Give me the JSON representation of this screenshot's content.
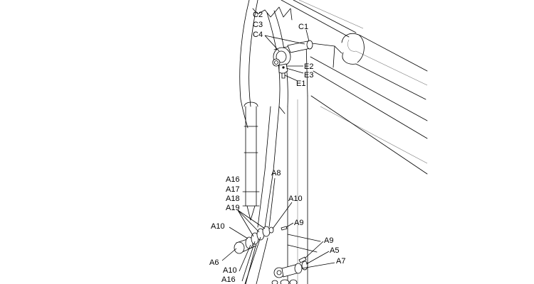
{
  "labels": {
    "C2": "C2",
    "C3": "C3",
    "C4": "C4",
    "C1": "C1",
    "E2": "E2",
    "E3": "E3",
    "E1": "E1",
    "A16_top": "A16",
    "A17": "A17",
    "A18": "A18",
    "A19": "A19",
    "A8": "A8",
    "A10_right": "A10",
    "A10_left": "A10",
    "A9_mid": "A9",
    "A6": "A6",
    "A9_lower": "A9",
    "A5": "A5",
    "A7": "A7",
    "A10_bottom": "A10",
    "A16_bottom": "A16"
  }
}
